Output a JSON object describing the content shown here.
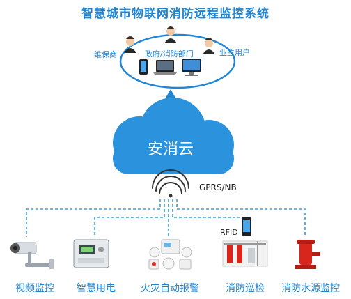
{
  "title": "智慧城市物联网消防远程监控系统",
  "roles": {
    "maintainer": "维保商",
    "government": "政府/消防部门",
    "owner": "业主用户"
  },
  "cloud": {
    "label": "安消云"
  },
  "network": {
    "label": "GPRS/NB"
  },
  "rfid": {
    "label": "RFID"
  },
  "devices": [
    {
      "label": "视频监控",
      "icon": "camera-icon"
    },
    {
      "label": "智慧用电",
      "icon": "electric-meter-icon"
    },
    {
      "label": "火灾自动报警",
      "icon": "fire-alarm-icon"
    },
    {
      "label": "消防巡检",
      "icon": "pump-room-icon"
    },
    {
      "label": "消防水源监控",
      "icon": "water-pump-icon"
    }
  ],
  "colors": {
    "accent": "#1f86d6",
    "cloud": "#2b93de",
    "dashed": "#3aa0e0",
    "pump_red": "#d9261c"
  }
}
